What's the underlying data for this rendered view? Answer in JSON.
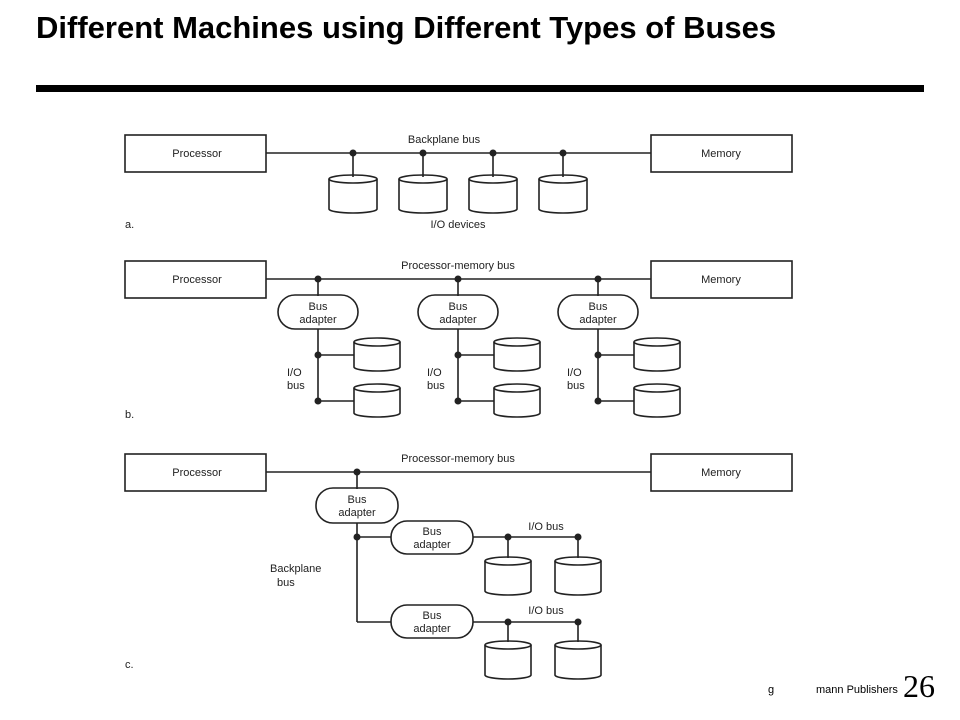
{
  "slide": {
    "title": "Different Machines using Different Types of Buses",
    "footer_text": "g",
    "publisher": "mann Publishers",
    "page_number": "26"
  },
  "diagram": {
    "a": {
      "panel_label": "a.",
      "left_box": "Processor",
      "right_box": "Memory",
      "bus_label": "Backplane bus",
      "devices_label": "I/O devices"
    },
    "b": {
      "panel_label": "b.",
      "left_box": "Processor",
      "right_box": "Memory",
      "bus_label": "Processor-memory bus",
      "adapter_line1": "Bus",
      "adapter_line2": "adapter",
      "io_line1": "I/O",
      "io_line2": "bus"
    },
    "c": {
      "panel_label": "c.",
      "left_box": "Processor",
      "right_box": "Memory",
      "bus_label": "Processor-memory bus",
      "adapter_line1": "Bus",
      "adapter_line2": "adapter",
      "backplane_line1": "Backplane",
      "backplane_line2": "bus",
      "io_bus_label": "I/O bus"
    }
  }
}
